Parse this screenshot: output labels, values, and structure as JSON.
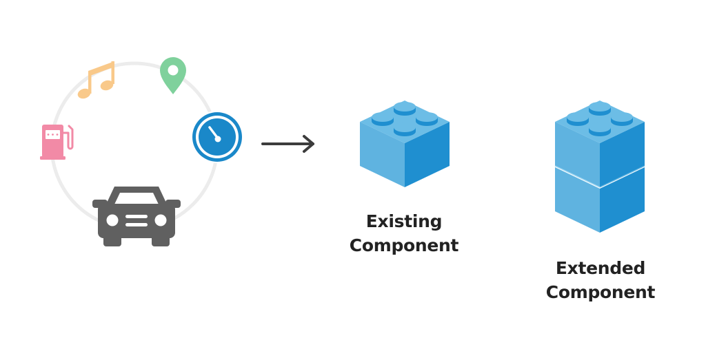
{
  "colors": {
    "orbit": "#ececec",
    "music": "#f9c98a",
    "location": "#7fd19c",
    "fuel": "#f28aa6",
    "speedometer": "#1a88c9",
    "car": "#606060",
    "arrow": "#3c3c3c",
    "brick_top": "#6cbde6",
    "brick_left": "#5fb3e0",
    "brick_right": "#1f8fd0"
  },
  "icons": {
    "music": "music-note-icon",
    "location": "map-pin-icon",
    "fuel": "fuel-pump-icon",
    "speedometer": "speedometer-icon",
    "car": "car-icon",
    "arrow": "arrow-right-icon",
    "brick": "lego-brick-icon"
  },
  "existing_component": {
    "line1": "Existing",
    "line2": "Component"
  },
  "extended_component": {
    "line1": "Extended",
    "line2": "Component"
  }
}
